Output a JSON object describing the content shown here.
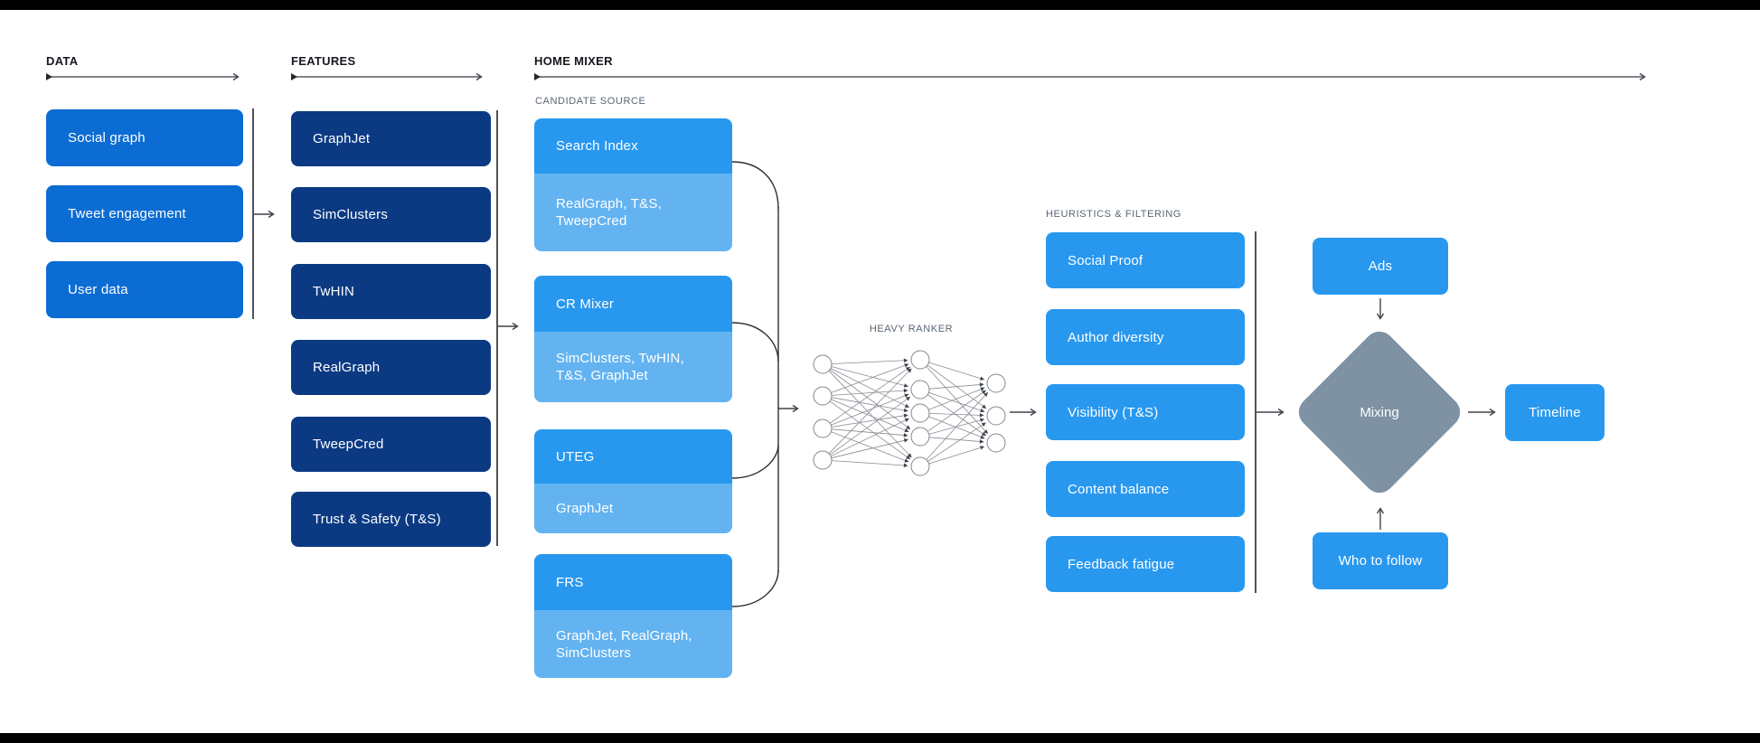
{
  "colors": {
    "data_box": "#0B6CD3",
    "feature_box": "#0B3A83",
    "pipeline_box": "#2898EF",
    "pipeline_sub_box": "#63B3F1",
    "mixing_diamond": "#7E92A4",
    "heading_text": "#15181d",
    "subheading_text": "#5a6574",
    "arrow_line": "#3E444B",
    "letterbox_bar": "#000000"
  },
  "sections": {
    "data": {
      "heading": "DATA",
      "boxes": [
        "Social graph",
        "Tweet engagement",
        "User data"
      ]
    },
    "features": {
      "heading": "FEATURES",
      "boxes": [
        "GraphJet",
        "SimClusters",
        "TwHIN",
        "RealGraph",
        "TweepCred",
        "Trust & Safety (T&S)"
      ]
    },
    "home_mixer": {
      "heading": "HOME MIXER",
      "candidate_source": {
        "heading": "CANDIDATE SOURCE",
        "groups": [
          {
            "title": "Search Index",
            "features": "RealGraph, T&S, TweepCred"
          },
          {
            "title": "CR Mixer",
            "features": "SimClusters, TwHIN, T&S, GraphJet"
          },
          {
            "title": "UTEG",
            "features": "GraphJet"
          },
          {
            "title": "FRS",
            "features": "GraphJet, RealGraph, SimClusters"
          }
        ]
      },
      "heavy_ranker": {
        "heading": "HEAVY RANKER",
        "layers": [
          4,
          5,
          3
        ]
      },
      "heuristics": {
        "heading": "HEURISTICS & FILTERING",
        "boxes": [
          "Social Proof",
          "Author diversity",
          "Visibility (T&S)",
          "Content balance",
          "Feedback fatigue"
        ]
      },
      "mixing": {
        "ads_label": "Ads",
        "diamond_label": "Mixing",
        "who_to_follow_label": "Who to follow",
        "timeline_label": "Timeline"
      }
    }
  }
}
